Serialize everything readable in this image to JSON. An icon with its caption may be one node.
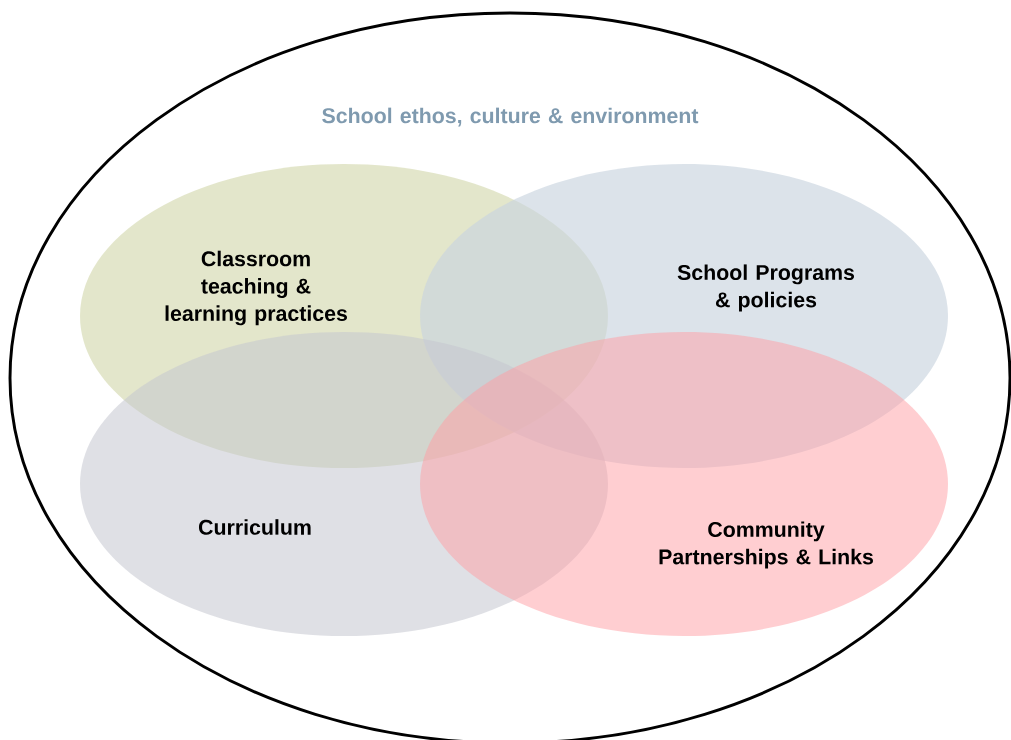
{
  "diagram": {
    "nodes": [
      {
        "text": [
          "School ethos, culture & environment"
        ]
      },
      {
        "text": [
          "Classroom teaching & learning practices"
        ],
        "in": 0
      },
      {
        "text": [
          "School Programs & policies"
        ],
        "in": 0
      },
      {
        "text": [
          "Curriculum"
        ],
        "in": 0
      },
      {
        "text": [
          "Community Partnerships & Links"
        ],
        "in": 0
      }
    ]
  }
}
